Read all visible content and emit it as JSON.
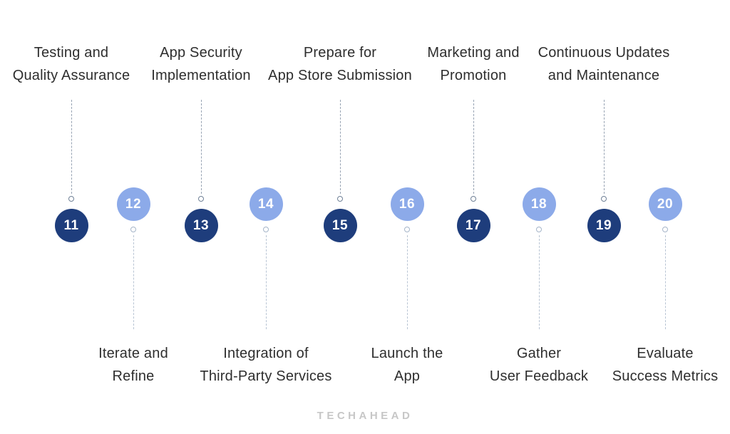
{
  "logo": {
    "text": "TECHAHEAD"
  },
  "colors": {
    "dark_circle": "#1e3d7c",
    "light_circle": "#8caae9",
    "number_text": "#ffffff",
    "label_text": "#2e2e2e",
    "top_dash": "#97a3b3",
    "bottom_dash": "#b9c5d4",
    "top_ring": "#6f8096",
    "bottom_ring": "#a5b5c8",
    "logo_text": "#c7c7c7"
  },
  "steps": [
    {
      "number": "11",
      "shade": "dark",
      "label_position": "top",
      "label_lines": [
        "Testing and",
        "Quality Assurance"
      ]
    },
    {
      "number": "12",
      "shade": "light",
      "label_position": "bottom",
      "label_lines": [
        "Iterate and",
        "Refine"
      ]
    },
    {
      "number": "13",
      "shade": "dark",
      "label_position": "top",
      "label_lines": [
        "App Security",
        "Implementation"
      ]
    },
    {
      "number": "14",
      "shade": "light",
      "label_position": "bottom",
      "label_lines": [
        "Integration of",
        "Third-Party Services"
      ]
    },
    {
      "number": "15",
      "shade": "dark",
      "label_position": "top",
      "label_lines": [
        "Prepare for",
        "App Store Submission"
      ]
    },
    {
      "number": "16",
      "shade": "light",
      "label_position": "bottom",
      "label_lines": [
        "Launch the",
        "App"
      ]
    },
    {
      "number": "17",
      "shade": "dark",
      "label_position": "top",
      "label_lines": [
        "Marketing and",
        "Promotion"
      ]
    },
    {
      "number": "18",
      "shade": "light",
      "label_position": "bottom",
      "label_lines": [
        "Gather",
        "User Feedback"
      ]
    },
    {
      "number": "19",
      "shade": "dark",
      "label_position": "top",
      "label_lines": [
        "Continuous Updates",
        "and Maintenance"
      ]
    },
    {
      "number": "20",
      "shade": "light",
      "label_position": "bottom",
      "label_lines": [
        "Evaluate",
        "Success Metrics"
      ]
    }
  ]
}
